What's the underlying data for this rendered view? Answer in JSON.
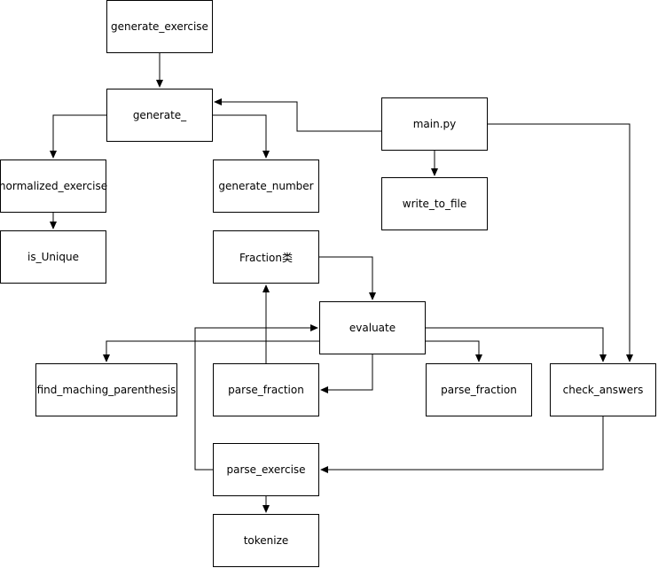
{
  "diagram": {
    "nodes": {
      "generate_exercise": "generate_exercise",
      "generate": "generate_",
      "main": "main.py",
      "normalized_exercise": "normalized_exercise",
      "generate_number": "generate_number",
      "write_to_file": "write_to_file",
      "is_unique": "is_Unique",
      "fraction_class": "Fraction类",
      "evaluate": "evaluate",
      "find_matching_parenthesis": "find_maching_parenthesis",
      "parse_fraction_left": "parse_fraction",
      "parse_fraction_right": "parse_fraction",
      "check_answers": "check_answers",
      "parse_exercise": "parse_exercise",
      "tokenize": "tokenize"
    },
    "colors": {
      "stroke": "#000000",
      "fill": "#ffffff",
      "text": "#000000"
    }
  }
}
